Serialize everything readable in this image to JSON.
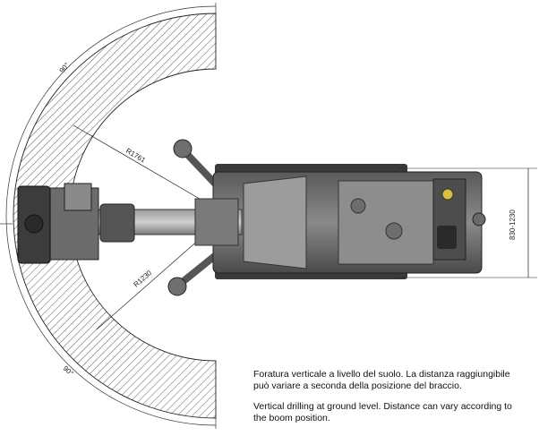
{
  "diagram": {
    "angle_top": "90°",
    "angle_bottom": "90°",
    "radius_outer": "R1761",
    "radius_inner": "R1230",
    "width_range": "830-1230"
  },
  "caption": {
    "italian": "Foratura verticale a livello del suolo. La distanza raggiungibile\npuò variare a seconda della posizione del braccio.",
    "english": "Vertical drilling at ground level. Distance can vary according to\nthe boom position."
  }
}
